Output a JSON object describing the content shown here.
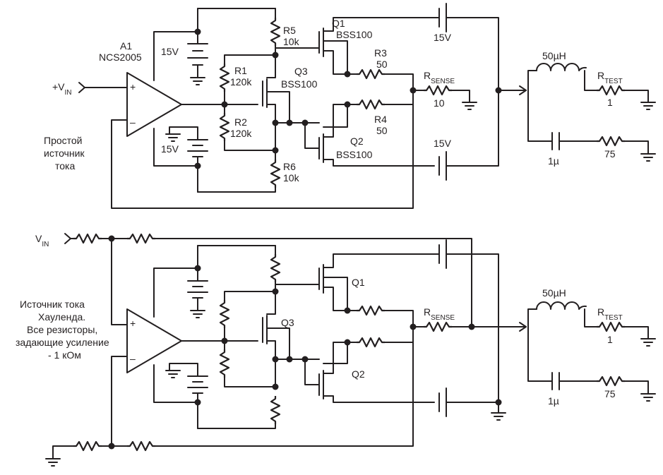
{
  "top": {
    "opamp_name": "A1",
    "opamp_part": "NCS2005",
    "vin_main": "+V",
    "vin_sub": "IN",
    "bat1": "15V",
    "bat2": "15V",
    "bat3": "15V",
    "bat4": "15V",
    "r5_name": "R5",
    "r5_val": "10k",
    "r1_name": "R1",
    "r1_val": "120k",
    "r2_name": "R2",
    "r2_val": "120k",
    "r6_name": "R6",
    "r6_val": "10k",
    "q3_name": "Q3",
    "q3_part": "BSS100",
    "q1_name": "Q1",
    "q1_part": "BSS100",
    "r3_name": "R3",
    "r3_val": "50",
    "r4_name": "R4",
    "r4_val": "50",
    "q2_name": "Q2",
    "q2_part": "BSS100",
    "rsense_main": "R",
    "rsense_sub": "SENSE",
    "rsense_val": "10",
    "inductor": "50µH",
    "rtest_main": "R",
    "rtest_sub": "TEST",
    "rtest_val": "1",
    "cap": "1µ",
    "r75": "75",
    "caption_1": "Простой",
    "caption_2": "источник",
    "caption_3": "тока"
  },
  "bottom": {
    "vin_main": "V",
    "vin_sub": "IN",
    "q1_name": "Q1",
    "q3_name": "Q3",
    "q2_name": "Q2",
    "rsense_main": "R",
    "rsense_sub": "SENSE",
    "inductor": "50µH",
    "rtest_main": "R",
    "rtest_sub": "TEST",
    "rtest_val": "1",
    "cap": "1µ",
    "r75": "75",
    "caption_1": "Источник тока",
    "caption_2": "Хауленда.",
    "caption_3": "Все резисторы,",
    "caption_4": "задающие усиление",
    "caption_5": "- 1 кОм"
  }
}
